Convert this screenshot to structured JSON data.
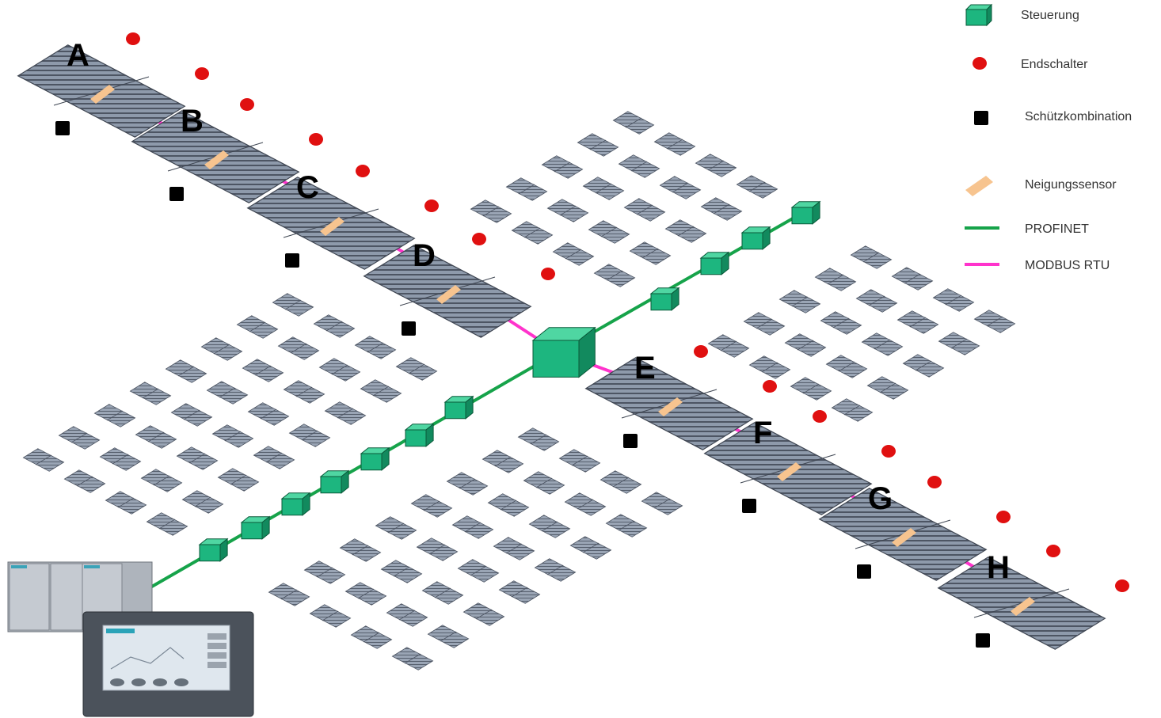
{
  "legend": [
    {
      "key": "steuerung",
      "icon": "green-cube-icon",
      "label": "Steuerung"
    },
    {
      "key": "endschalter",
      "icon": "red-dot-icon",
      "label": "Endschalter"
    },
    {
      "key": "schuetz",
      "icon": "black-square-icon",
      "label": "Schützkombination"
    },
    {
      "key": "neigung",
      "icon": "orange-sensor-icon",
      "label": "Neigungssensor"
    },
    {
      "key": "profinet",
      "icon": "green-line-icon",
      "label": "PROFINET"
    },
    {
      "key": "modbus",
      "icon": "magenta-line-icon",
      "label": "MODBUS RTU"
    }
  ],
  "blocks": [
    "A",
    "B",
    "C",
    "D",
    "E",
    "F",
    "G",
    "H"
  ],
  "colors": {
    "steuerung": "#1db67f",
    "profinet": "#16a34a",
    "modbus": "#ff33cc",
    "endschalter": "#e01010",
    "schuetz": "#000000",
    "neigung": "#f7c48f",
    "panel": "#8e9aab",
    "panel_dark": "#5c6675"
  }
}
